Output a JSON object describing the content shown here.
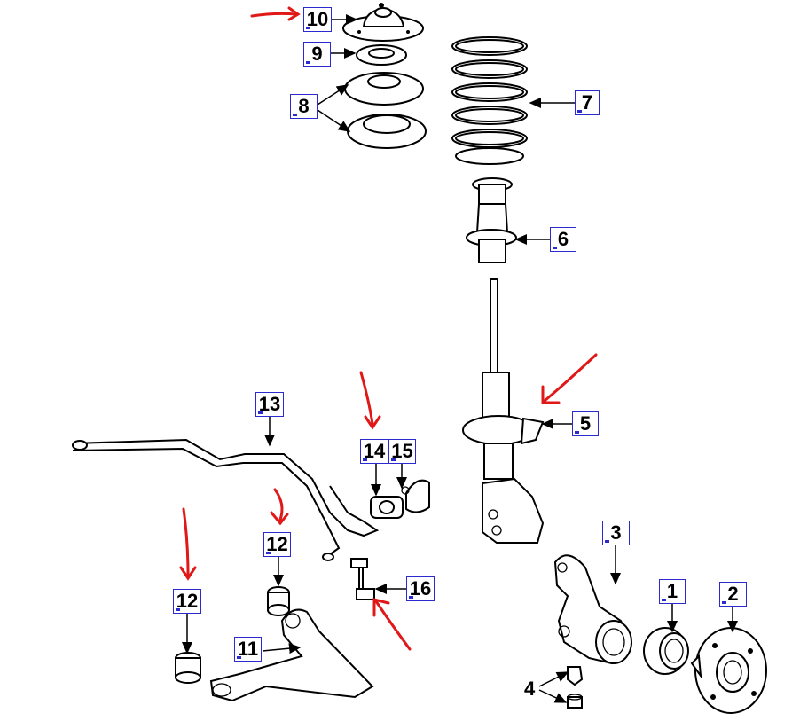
{
  "callouts": {
    "c1": "1",
    "c2": "2",
    "c3": "3",
    "c4": "4",
    "c5": "5",
    "c6": "6",
    "c7": "7",
    "c8": "8",
    "c9": "9",
    "c10": "10",
    "c11": "11",
    "c12a": "12",
    "c12b": "12",
    "c13": "13",
    "c14": "14",
    "c15": "15",
    "c16": "16"
  },
  "colors": {
    "annotation": "#e01818",
    "callout_border": "#2a2ad0",
    "line": "#000000"
  }
}
